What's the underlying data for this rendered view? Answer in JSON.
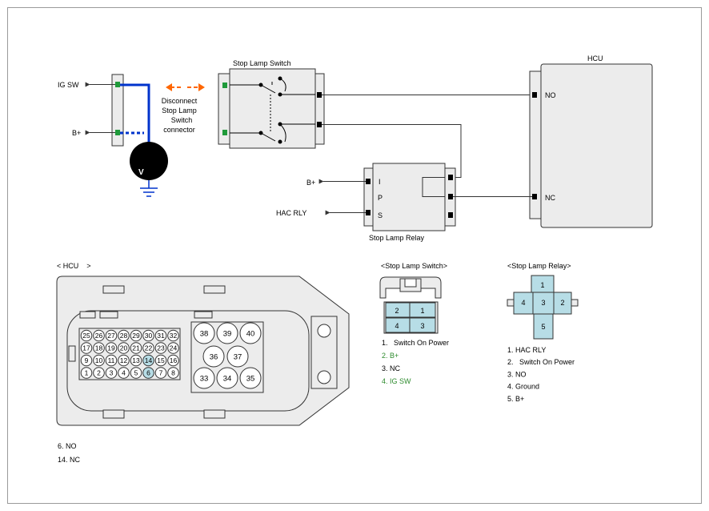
{
  "colors": {
    "frame": "#9a9a9a",
    "box_fill": "#ececec",
    "box_dark": "#d8d8d8",
    "wire": "#333333",
    "blue_wire": "#0033cc",
    "pin_green": "#1f9a3a",
    "pin_highlight": "#b7dde6",
    "arrow_orange": "#ff6600",
    "legend_green": "#2e8b2e",
    "ground_blue": "#0033cc"
  },
  "meter": {
    "label_ig_sw": "IG SW",
    "label_b_plus": "B+",
    "voltmeter": "V"
  },
  "disconnect_note": {
    "line1": "Disconnect",
    "line2": "Stop Lamp",
    "line3": "Switch",
    "line4": "connector"
  },
  "stop_lamp_switch": {
    "title": "Stop Lamp Switch"
  },
  "hcu": {
    "title": "HCU",
    "pin_no": "NO",
    "pin_nc": "NC"
  },
  "relay": {
    "title": "Stop Lamp Relay",
    "pin_i": "I",
    "pin_p": "P",
    "pin_s": "S",
    "wire_b_plus": "B+",
    "wire_hac_rly": "HAC RLY"
  },
  "hcu_connector": {
    "header": "< HCU    >",
    "row1": [
      "25",
      "26",
      "27",
      "28",
      "29",
      "30",
      "31",
      "32"
    ],
    "row2": [
      "17",
      "18",
      "19",
      "20",
      "21",
      "22",
      "23",
      "24"
    ],
    "row3": [
      "9",
      "10",
      "11",
      "12",
      "13",
      "14",
      "15",
      "16"
    ],
    "row4": [
      "1",
      "2",
      "3",
      "4",
      "5",
      "6",
      "7",
      "8"
    ],
    "highlighted": [
      "14",
      "6"
    ],
    "big_top": [
      "38",
      "39",
      "40"
    ],
    "big_mid": [
      "36",
      "37"
    ],
    "big_bot": [
      "33",
      "34",
      "35"
    ],
    "legend": [
      "6. NO",
      "14. NC"
    ]
  },
  "switch_connector": {
    "header": "<Stop Lamp Switch>",
    "pins_top": [
      "2",
      "1"
    ],
    "pins_bottom": [
      "4",
      "3"
    ],
    "legend": [
      {
        "text": "1.   Switch On Power",
        "highlight": false
      },
      {
        "text": "2. B+",
        "highlight": true
      },
      {
        "text": "3. NC",
        "highlight": false
      },
      {
        "text": "4. IG SW",
        "highlight": true
      }
    ]
  },
  "relay_connector": {
    "header": "<Stop Lamp Relay>",
    "pin_top": "1",
    "pin_left": "4",
    "pin_center": "3",
    "pin_right": "2",
    "pin_bottom": "5",
    "legend": [
      "1. HAC RLY",
      "2.   Switch On Power",
      "3. NO",
      "4. Ground",
      "5. B+"
    ]
  }
}
